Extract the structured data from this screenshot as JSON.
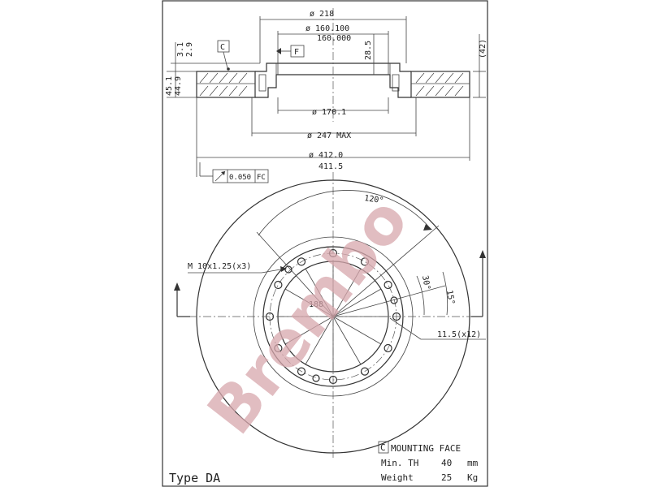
{
  "section": {
    "dia_218": "ø 218",
    "dia_160_100": "ø 160.100",
    "dia_160_000": "160.000",
    "dim_28_5": "28.5",
    "dim_42": "(42)",
    "dim_3_1": "3.1",
    "dim_2_9": "2.9",
    "dim_45_1": "45.1",
    "dim_44_9": "44.9",
    "dia_170_1": "ø 170.1",
    "dia_247": "ø 247 MAX",
    "dia_412": "ø 412.0",
    "dia_411_5": "411.5",
    "datum_c": "C",
    "datum_f": "F",
    "tolerance_value": "0.050",
    "tolerance_ref": "FC"
  },
  "front": {
    "angle_120": "120°",
    "angle_30": "30°",
    "angle_15": "15°",
    "dim_188": "188",
    "thread_note": "M 10x1.25(x3)",
    "hole_note": "11.5(x12)"
  },
  "legend": {
    "box_letter": "C",
    "mounting_face": "MOUNTING FACE",
    "min_th_label": "Min. TH",
    "min_th_value": "40",
    "min_th_unit": "mm",
    "weight_label": "Weight",
    "weight_value": "25",
    "weight_unit": "Kg",
    "type": "Type DA"
  },
  "watermark": {
    "text": "Brembo"
  },
  "colors": {
    "line": "#333333",
    "watermark": "#d8a7ad"
  }
}
